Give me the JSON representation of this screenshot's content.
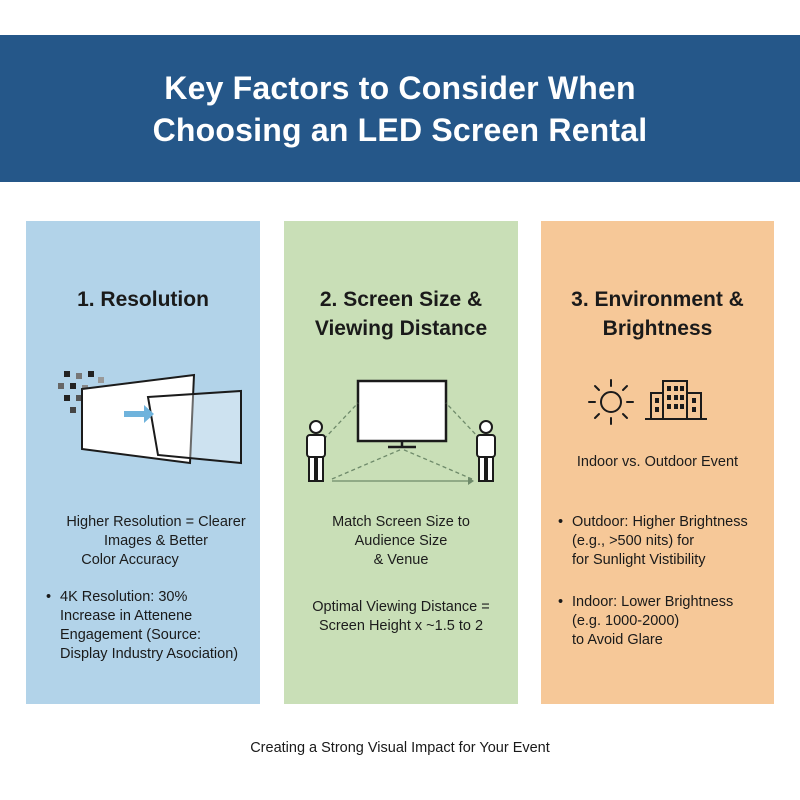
{
  "header": {
    "title_line1": "Key Factors to Consider When",
    "title_line2": "Choosing an LED Screen Rental"
  },
  "cards": [
    {
      "title_line1": "1. Resolution",
      "icon": "pixel-to-screen-icon",
      "text_lines": [
        "Higher Resolution = Clearer",
        "Images & Better",
        "Color Accuracy"
      ],
      "bullets": [
        {
          "lines": [
            "4K Resolution: 30%",
            "Increase in Attenene",
            "Engagement (Source:",
            "Display Industry Asociation)"
          ]
        }
      ]
    },
    {
      "title_line1": "2. Screen Size &",
      "title_line2": "Viewing Distance",
      "icon": "monitor-viewers-icon",
      "text1_lines": [
        "Match Screen Size to",
        "Audience Size",
        "& Venue"
      ],
      "text2_lines": [
        "Optimal Viewing Distance =",
        "Screen Height x ~1.5 to 2"
      ]
    },
    {
      "title_line1": "3. Environment &",
      "title_line2": "Brightness",
      "icon": "sun-building-icon",
      "subtitle": "Indoor vs. Outdoor Event",
      "bullets": [
        {
          "lines": [
            "Outdoor: Higher Brightness",
            "(e.g., >500 nits) for",
            "for Sunlight Vistibility"
          ]
        },
        {
          "lines": [
            "Indoor: Lower Brightness",
            "(e.g. 1000-2000)",
            "to Avoid Glare"
          ]
        }
      ]
    }
  ],
  "footer": {
    "text": "Creating a Strong Visual Impact for Your Event"
  },
  "colors": {
    "banner": "#255789",
    "card1": "#b2d3e9",
    "card2": "#c9dfb7",
    "card3": "#f6c898",
    "arrow_accent": "#6fb3dc"
  }
}
